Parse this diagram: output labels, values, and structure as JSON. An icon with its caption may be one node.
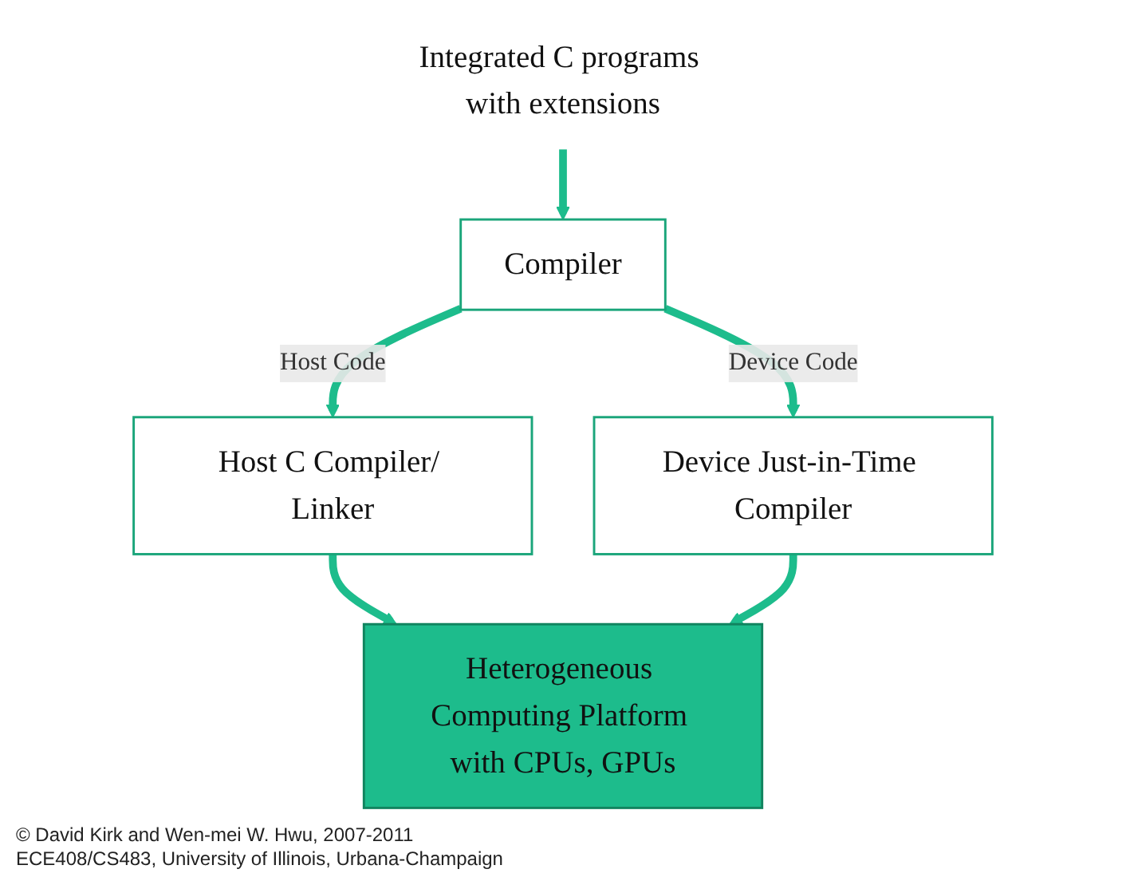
{
  "diagram": {
    "nodes": [
      {
        "text": [
          "Integrated C programs with extensions"
        ]
      },
      {
        "text": [
          "Compiler"
        ]
      },
      {
        "text": [
          "Host C Compiler/ Linker"
        ]
      },
      {
        "text": [
          "Device Just-in-Time Compiler"
        ]
      },
      {
        "text": [
          "Heterogeneous Computing Platform with CPUs, GPUs"
        ]
      }
    ],
    "edges": [
      {
        "from": 0,
        "to": 1,
        "arrow": "to"
      },
      {
        "from": 1,
        "to": 2,
        "arrow": "to",
        "label": "Host Code"
      },
      {
        "from": 1,
        "to": 3,
        "arrow": "to",
        "label": "Device Code"
      },
      {
        "from": 2,
        "to": 4,
        "arrow": "to"
      },
      {
        "from": 3,
        "to": 4,
        "arrow": "to"
      }
    ],
    "labels": [
      "© David Kirk and Wen-mei W. Hwu, 2007-2011",
      "ECE408/CS483, University of Illinois, Urbana-Champaign"
    ]
  }
}
